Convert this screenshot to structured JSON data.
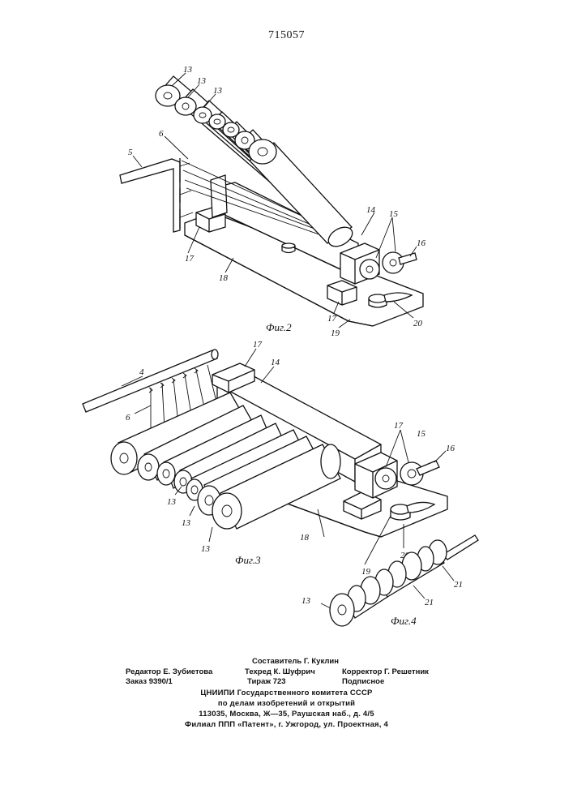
{
  "page_number": "715057",
  "figures": {
    "fig2": {
      "caption": "Фиг.2",
      "labels": {
        "l13a": "13",
        "l13b": "13",
        "l13c": "13",
        "l6": "6",
        "l5": "5",
        "l14": "14",
        "l15": "15",
        "l16": "16",
        "l17a": "17",
        "l18": "18",
        "l17b": "17",
        "l19": "19",
        "l20": "20"
      }
    },
    "fig3": {
      "caption": "Фиг.3",
      "labels": {
        "l4": "4",
        "l17a": "17",
        "l14": "14",
        "l6": "6",
        "l17b": "17",
        "l15": "15",
        "l16": "16",
        "l13a": "13",
        "l13b": "13",
        "l13c": "13",
        "l18": "18",
        "l19": "19",
        "l20": "20"
      }
    },
    "fig4": {
      "caption": "Фиг.4",
      "labels": {
        "l21a": "21",
        "l21b": "21",
        "l13": "13"
      }
    }
  },
  "credits": {
    "compiler": "Составитель Г. Куклин",
    "editor": "Редактор Е. Зубиетова",
    "techred": "Техред К. Шуфрич",
    "corrector": "Корректор Г. Решетник",
    "order": "Заказ 9390/1",
    "circulation": "Тираж 723",
    "subscription": "Подписное"
  },
  "imprint": {
    "line1": "ЦНИИПИ Государственного комитета СССР",
    "line2": "по делам изобретений и открытий",
    "line3": "113035, Москва, Ж—35, Раушская наб., д. 4/5",
    "line4": "Филиал ППП «Патент», г. Ужгород, ул. Проектная, 4"
  }
}
